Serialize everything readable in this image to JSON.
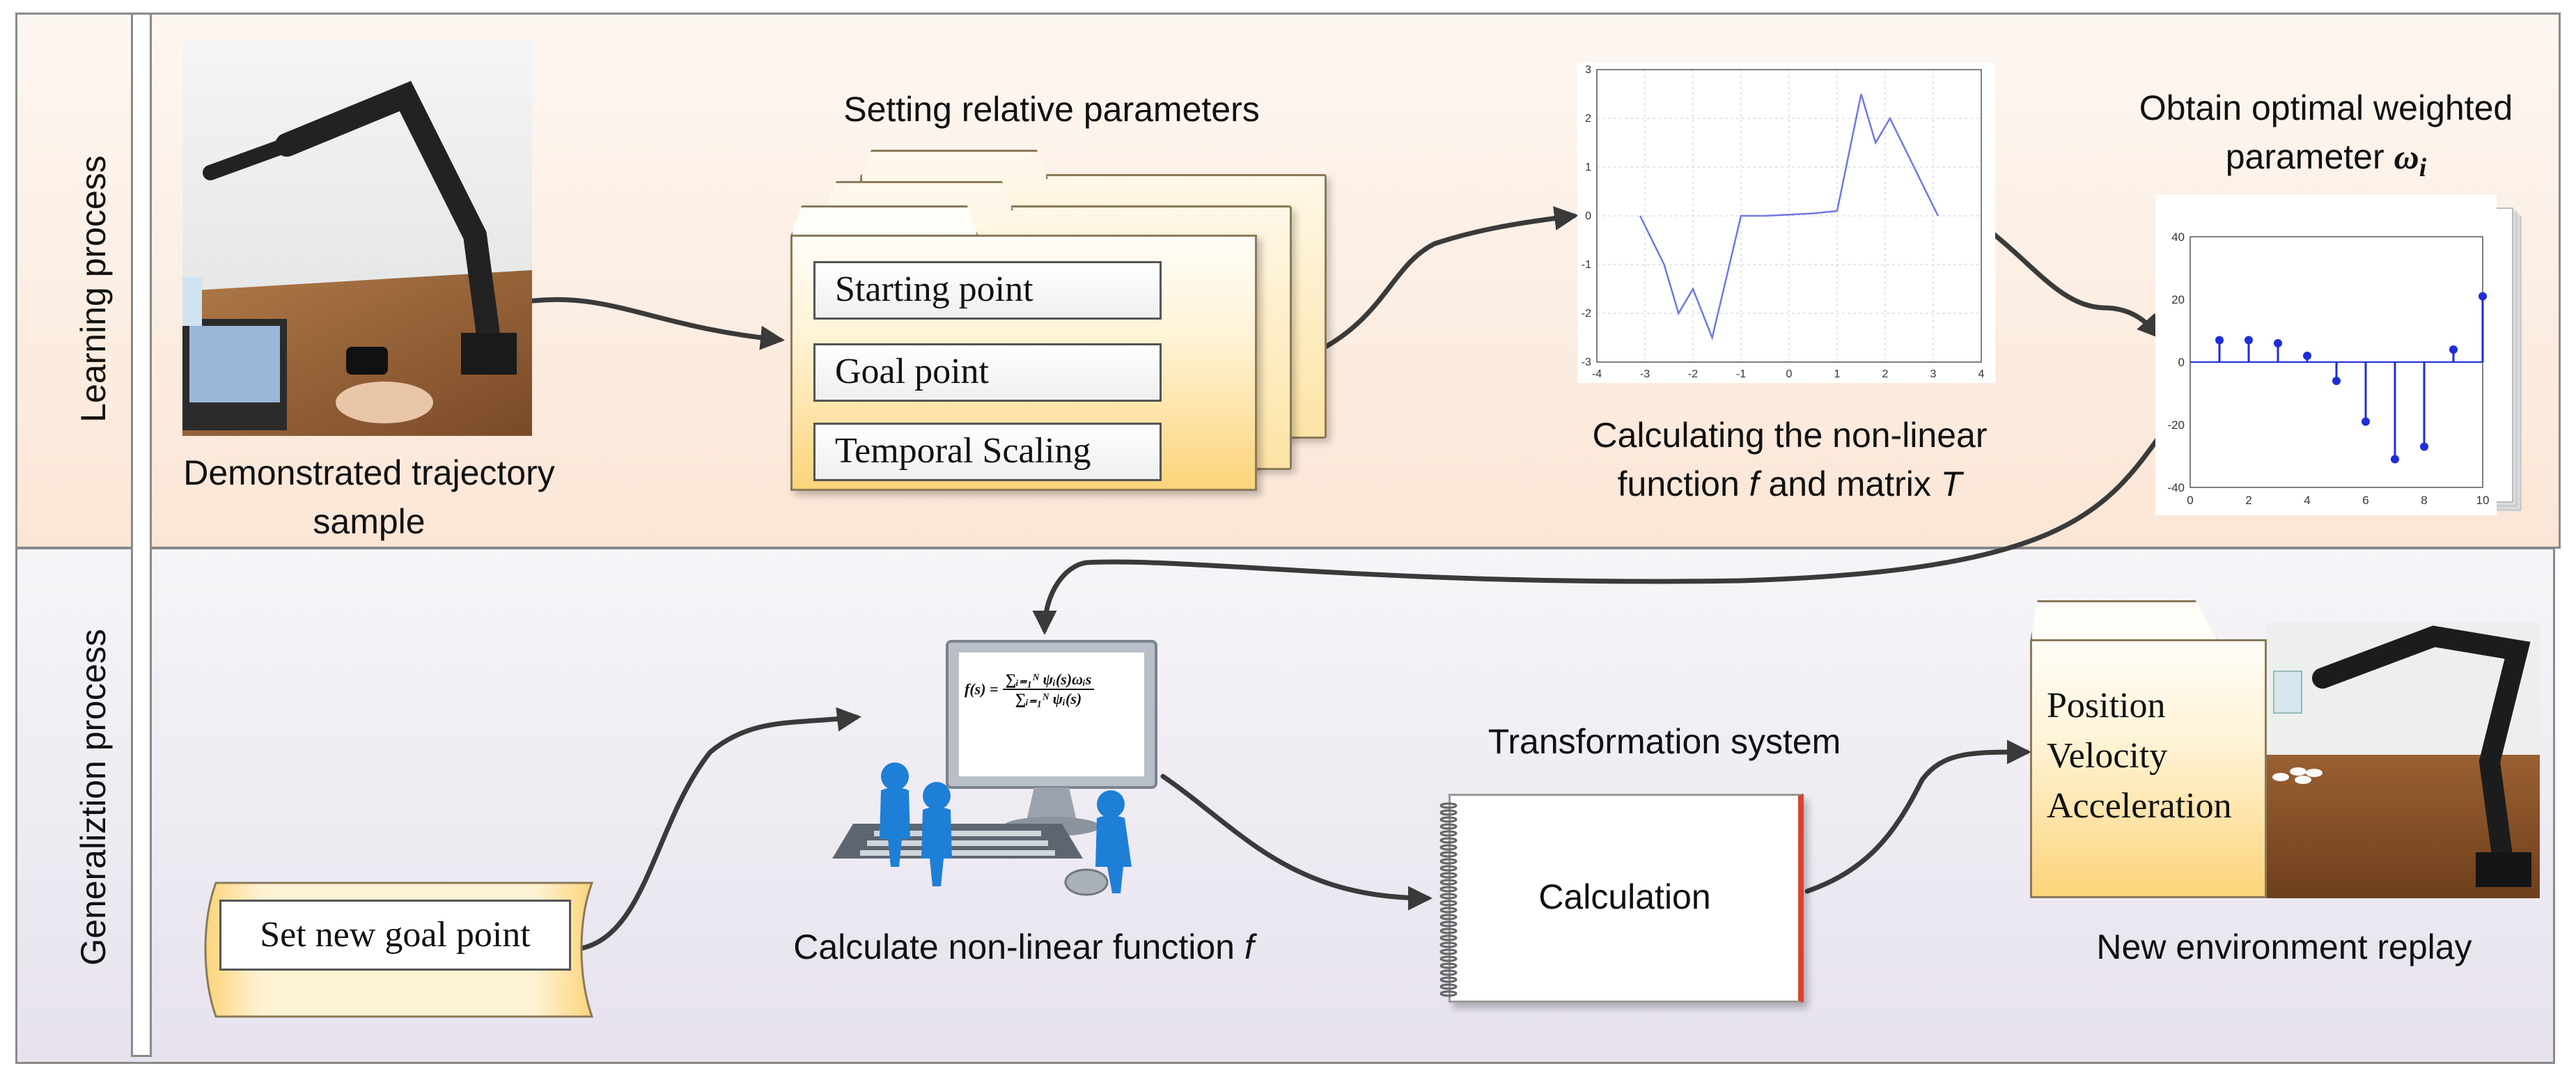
{
  "bands": {
    "learning_label": "Learning process",
    "generalization_label": "Generaliztion process"
  },
  "learning": {
    "demo_caption_line1": "Demonstrated trajectory",
    "demo_caption_line2": "sample",
    "params_title": "Setting relative parameters",
    "params": [
      "Starting point",
      "Goal point",
      "Temporal Scaling"
    ],
    "func_caption_line1": "Calculating the non-linear",
    "func_caption_line2_pre": "function ",
    "func_caption_f": "f",
    "func_caption_mid": " and matrix ",
    "func_caption_T": "T",
    "weights_title_line1": "Obtain optimal weighted",
    "weights_title_line2_pre": "parameter ",
    "weights_symbol": "ω",
    "weights_sub": "i"
  },
  "generalization": {
    "goal_box": "Set new goal point",
    "calc_caption_pre": "Calculate non-linear function ",
    "calc_caption_f": "f",
    "monitor_formula_lhs": "f(s) =",
    "monitor_formula_num": "∑ᵢ₌₁ᴺ ψᵢ(s)ωᵢs",
    "monitor_formula_den": "∑ᵢ₌₁ᴺ ψᵢ(s)",
    "transform_title": "Transformation system",
    "transform_body": "Calculation",
    "replay_items": [
      "Position",
      "Velocity",
      "Acceleration"
    ],
    "replay_caption": "New environment replay"
  },
  "chart_data": [
    {
      "type": "line",
      "x": [
        -3.1,
        -2.6,
        -2.3,
        -2.0,
        -1.6,
        -1.0,
        -0.5,
        0.5,
        1.0,
        1.5,
        1.8,
        2.1,
        2.6,
        3.1
      ],
      "y": [
        0,
        -1.0,
        -2.0,
        -1.5,
        -2.5,
        0,
        0.0,
        0.05,
        0.1,
        2.5,
        1.5,
        2.0,
        1.0,
        0
      ],
      "xlim": [
        -4,
        4
      ],
      "ylim": [
        -3,
        3
      ],
      "xticks": [
        -4,
        -3,
        -2,
        -1,
        0,
        1,
        2,
        3,
        4
      ],
      "yticks": [
        -3,
        -2,
        -1,
        0,
        1,
        2,
        3
      ],
      "grid": true,
      "line_color": "#6f78e8"
    },
    {
      "type": "stem",
      "x": [
        1,
        2,
        3,
        4,
        5,
        6,
        7,
        8,
        9,
        10
      ],
      "y": [
        7,
        7,
        6,
        2,
        -6,
        -19,
        -31,
        -27,
        4,
        21
      ],
      "xlim": [
        0,
        10
      ],
      "ylim": [
        -40,
        40
      ],
      "xticks": [
        0,
        2,
        4,
        6,
        8,
        10
      ],
      "yticks": [
        -40,
        -20,
        0,
        20,
        40
      ],
      "color": "#1f2ed8"
    }
  ]
}
